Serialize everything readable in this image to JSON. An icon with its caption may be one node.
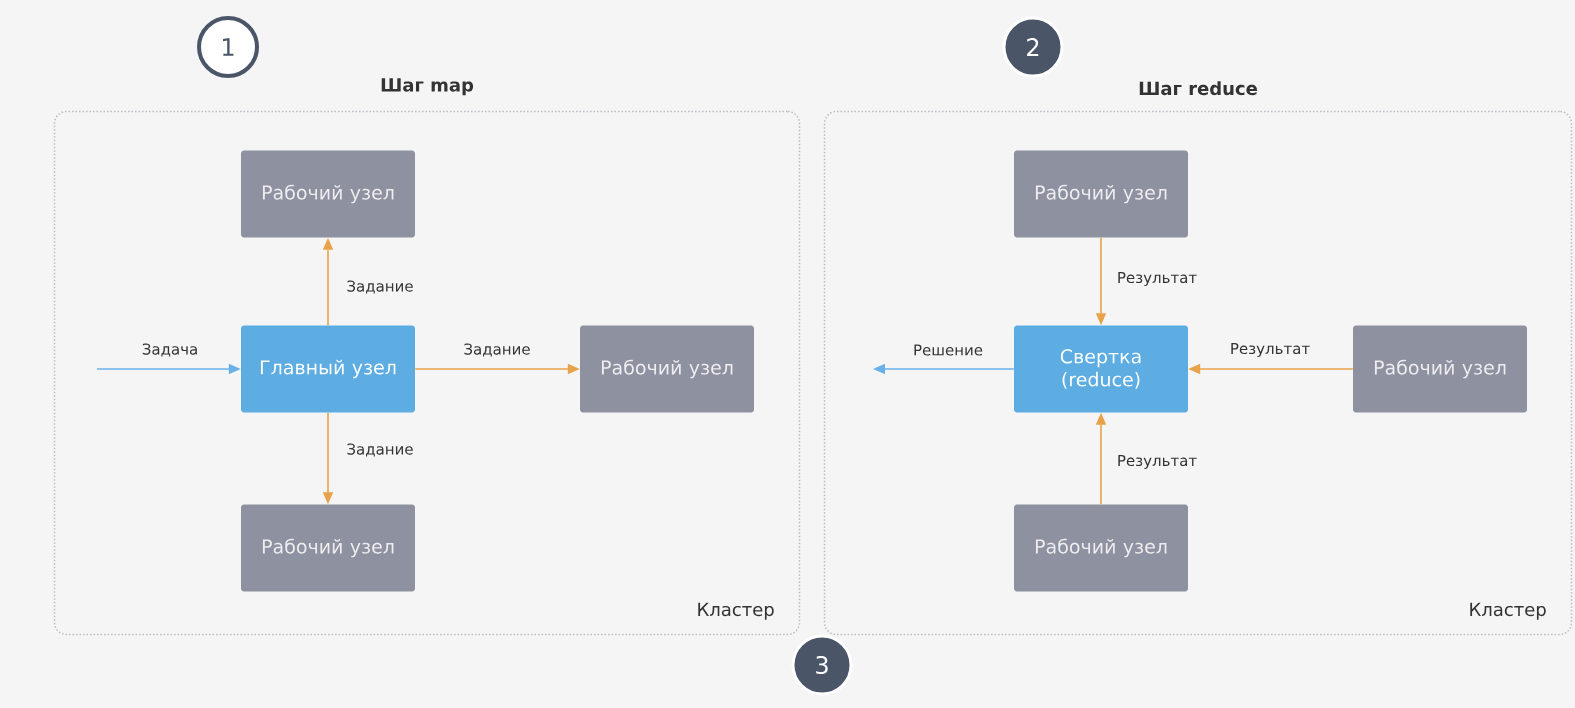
{
  "diagram": {
    "nodes": [
      {
        "text": [
          "Шаг map",
          "Кластер"
        ]
      },
      {
        "text": [
          "Рабочий узел"
        ],
        "in": 0
      },
      {
        "text": [
          "Главный узел"
        ],
        "in": 0
      },
      {
        "text": [
          "Рабочий узел"
        ],
        "in": 0
      },
      {
        "text": [
          "Рабочий узел"
        ],
        "in": 0
      },
      {
        "text": [
          "Шаг reduce",
          "Кластер"
        ]
      },
      {
        "text": [
          "Рабочий узел"
        ],
        "in": 5
      },
      {
        "text": [
          "Свертка (reduce)"
        ],
        "in": 5
      },
      {
        "text": [
          "Рабочий узел"
        ],
        "in": 5
      },
      {
        "text": [
          "Рабочий узел"
        ],
        "in": 5
      }
    ],
    "edges": [
      {
        "from": null,
        "to": 2,
        "arrow": "to",
        "label": "Задача",
        "color": "#6ab0e8"
      },
      {
        "from": 2,
        "to": 1,
        "arrow": "to",
        "label": "Задание"
      },
      {
        "from": 2,
        "to": 3,
        "arrow": "to",
        "label": "Задание"
      },
      {
        "from": 2,
        "to": 4,
        "arrow": "to",
        "label": "Задание"
      },
      {
        "from": 6,
        "to": 7,
        "arrow": "to",
        "label": "Результат"
      },
      {
        "from": 8,
        "to": 7,
        "arrow": "to",
        "label": "Результат"
      },
      {
        "from": 9,
        "to": 7,
        "arrow": "to",
        "label": "Результат"
      },
      {
        "from": 7,
        "to": null,
        "arrow": "to",
        "label": "Решение",
        "color": "#6ab0e8"
      }
    ],
    "labels": [
      "1",
      "2",
      "3"
    ]
  }
}
